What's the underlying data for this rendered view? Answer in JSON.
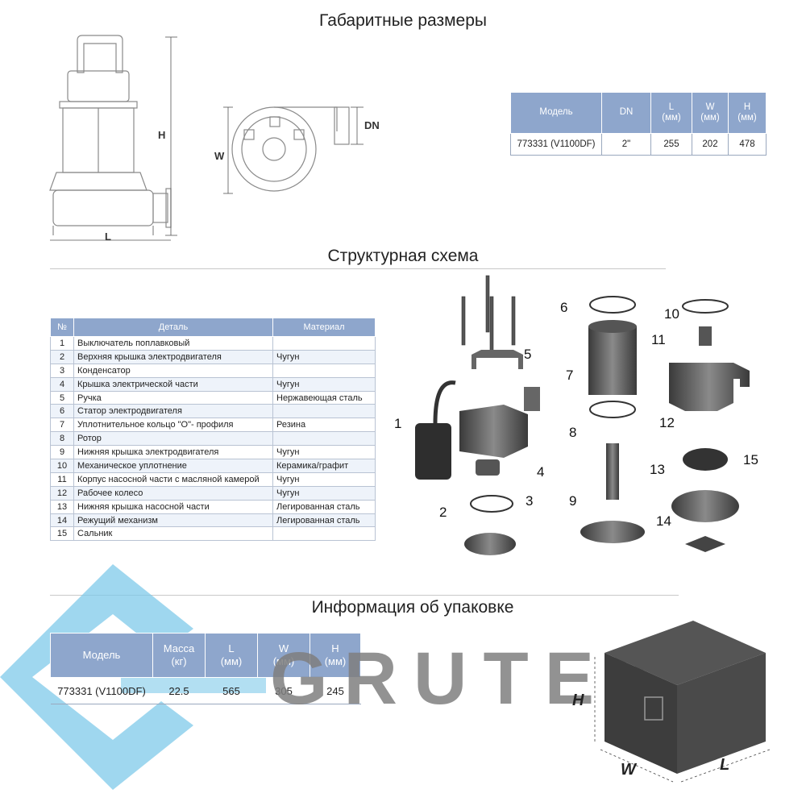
{
  "titles": {
    "dimensions": "Габаритные размеры",
    "structure": "Структурная схема",
    "packaging": "Информация об упаковке"
  },
  "dim_labels": {
    "h": "H",
    "l": "L",
    "w": "W",
    "dn": "DN"
  },
  "spec_table": {
    "headers": [
      "Модель",
      "DN",
      "L\n(мм)",
      "W\n(мм)",
      "H\n(мм)"
    ],
    "row": [
      "773331 (V1100DF)",
      "2\"",
      "255",
      "202",
      "478"
    ]
  },
  "parts_table": {
    "headers": [
      "№",
      "Деталь",
      "Материал"
    ],
    "rows": [
      [
        "1",
        "Выключатель поплавковый",
        ""
      ],
      [
        "2",
        "Верхняя крышка электродвигателя",
        "Чугун"
      ],
      [
        "3",
        "Конденсатор",
        ""
      ],
      [
        "4",
        "Крышка электрической части",
        "Чугун"
      ],
      [
        "5",
        "Ручка",
        "Нержавеющая сталь"
      ],
      [
        "6",
        "Статор электродвигателя",
        ""
      ],
      [
        "7",
        "Уплотнительное кольцо \"O\"- профиля",
        "Резина"
      ],
      [
        "8",
        "Ротор",
        ""
      ],
      [
        "9",
        "Нижняя крышка электродвигателя",
        "Чугун"
      ],
      [
        "10",
        "Механическое уплотнение",
        "Керамика/графит"
      ],
      [
        "11",
        "Корпус насосной части с масляной камерой",
        "Чугун"
      ],
      [
        "12",
        "Рабочее колесо",
        "Чугун"
      ],
      [
        "13",
        "Нижняя крышка насосной части",
        "Легированная сталь"
      ],
      [
        "14",
        "Режущий механизм",
        "Легированная сталь"
      ],
      [
        "15",
        "Сальник",
        ""
      ]
    ]
  },
  "callouts": [
    "1",
    "2",
    "3",
    "4",
    "5",
    "6",
    "7",
    "8",
    "9",
    "10",
    "11",
    "12",
    "13",
    "14",
    "15"
  ],
  "pack_table": {
    "headers": [
      "Модель",
      "Масса\n(кг)",
      "L\n(мм)",
      "W\n(мм)",
      "H\n(мм)"
    ],
    "row": [
      "773331 (V1100DF)",
      "22.5",
      "565",
      "305",
      "245"
    ]
  },
  "box_labels": {
    "h": "H",
    "w": "W",
    "l": "L"
  },
  "logo": {
    "text": "GRUTEK"
  },
  "colors": {
    "header_blue": "#8ea6cc",
    "logo_blue": "#7fc9ea",
    "logo_grey": "#7f7f7f"
  }
}
